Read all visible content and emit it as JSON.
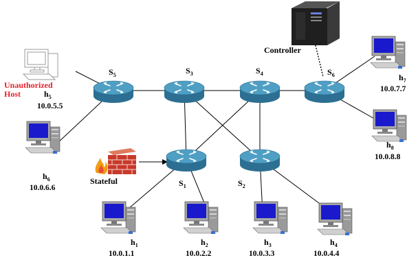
{
  "controller": {
    "label": "Controller"
  },
  "firewall": {
    "label": "Stateful"
  },
  "unauthorized": {
    "line1": "Unauthorized",
    "line2": "Host"
  },
  "switches": [
    {
      "id": "s1",
      "base": "S",
      "sub": "1"
    },
    {
      "id": "s2",
      "base": "S",
      "sub": "2"
    },
    {
      "id": "s3",
      "base": "S",
      "sub": "3"
    },
    {
      "id": "s4",
      "base": "S",
      "sub": "4"
    },
    {
      "id": "s5",
      "base": "S",
      "sub": "5"
    },
    {
      "id": "s6",
      "base": "S",
      "sub": "6"
    }
  ],
  "hosts": [
    {
      "id": "h1",
      "base": "h",
      "sub": "1",
      "ip": "10.0.1.1"
    },
    {
      "id": "h2",
      "base": "h",
      "sub": "2",
      "ip": "10.0.2.2"
    },
    {
      "id": "h3",
      "base": "h",
      "sub": "3",
      "ip": "10.0.3.3"
    },
    {
      "id": "h4",
      "base": "h",
      "sub": "4",
      "ip": "10.0.4.4"
    },
    {
      "id": "h5",
      "base": "h",
      "sub": "5",
      "ip": "10.0.5.5"
    },
    {
      "id": "h6",
      "base": "h",
      "sub": "6",
      "ip": "10.0.6.6"
    },
    {
      "id": "h7",
      "base": "h",
      "sub": "7",
      "ip": "10.0.7.7"
    },
    {
      "id": "h8",
      "base": "h",
      "sub": "8",
      "ip": "10.0.8.8"
    }
  ],
  "colors": {
    "switch_top": "#4f9fc4",
    "switch_side": "#2c6f92",
    "firewall": "#c8392b",
    "accent_red": "#e8202a",
    "screen": "#1a1acc"
  }
}
